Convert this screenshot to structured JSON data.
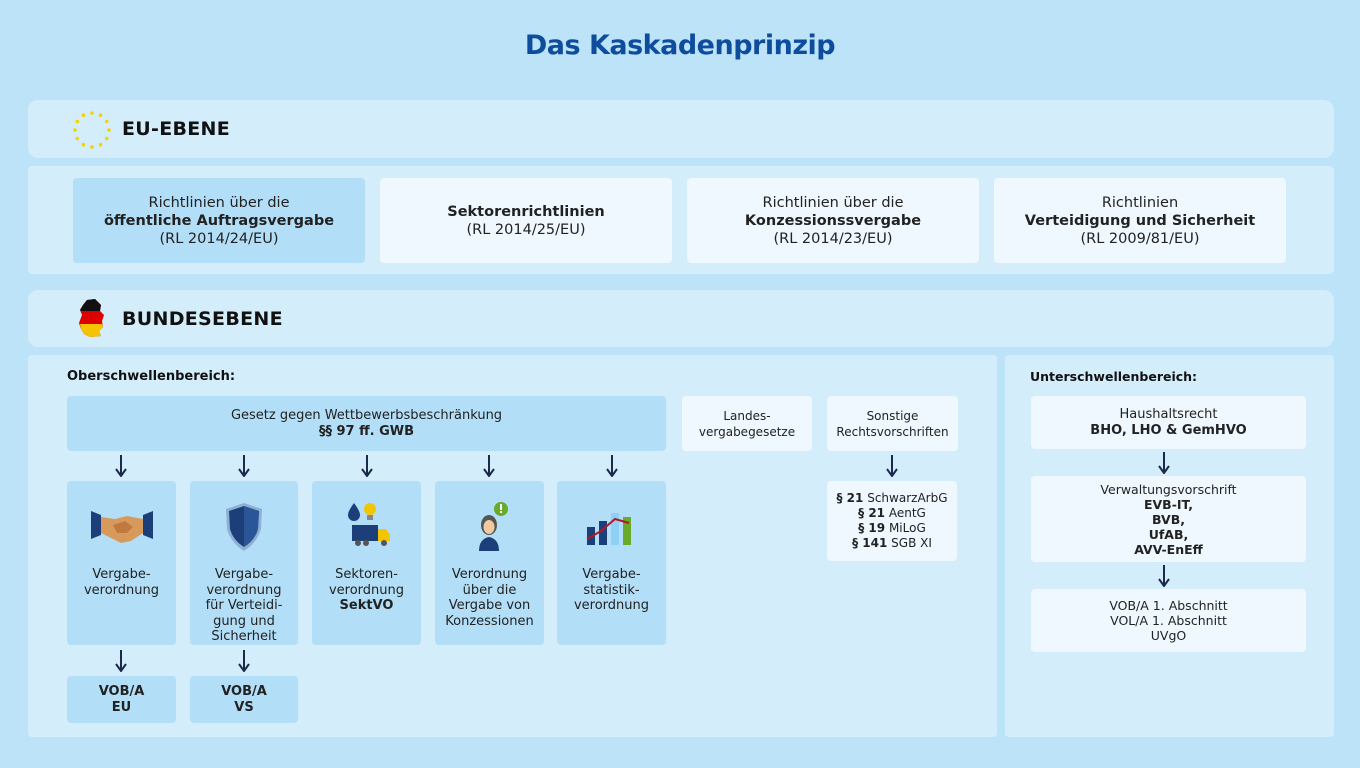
{
  "title": "Das Kaskadenprinzip",
  "eu": {
    "header": "EU-EBENE",
    "boxes": [
      {
        "line1": "Richtlinien über die",
        "line2": "öffentliche Auftragsvergabe",
        "line3": "(RL 2014/24/EU)"
      },
      {
        "line1": "",
        "line2": "Sektorenrichtlinien",
        "line3": "(RL 2014/25/EU)"
      },
      {
        "line1": "Richtlinien über die",
        "line2": "Konzessionssvergabe",
        "line3": "(RL 2014/23/EU)"
      },
      {
        "line1": "Richtlinien",
        "line2": "Verteidigung und Sicherheit",
        "line3": "(RL 2009/81/EU)"
      }
    ]
  },
  "bund": {
    "header": "BUNDESEBENE",
    "ober": {
      "label": "Oberschwellenbereich:",
      "gwb": {
        "line1": "Gesetz gegen Wettbewerbsbeschränkung",
        "line2": "§§ 97 ff. GWB"
      },
      "columns": [
        {
          "icon": "handshake-icon",
          "lines": [
            "Vergabe-",
            "verordnung"
          ],
          "bold": ""
        },
        {
          "icon": "shield-icon",
          "lines": [
            "Vergabe-",
            "verordnung",
            "für Verteidi-",
            "gung und",
            "Sicherheit"
          ],
          "bold": ""
        },
        {
          "icon": "truck-utilities-icon",
          "lines": [
            "Sektoren-",
            "verordnung"
          ],
          "bold": "SektVO"
        },
        {
          "icon": "person-alert-icon",
          "lines": [
            "Verordnung",
            "über die",
            "Vergabe von",
            "Konzessionen"
          ],
          "bold": ""
        },
        {
          "icon": "bar-chart-icon",
          "lines": [
            "Vergabe-",
            "statistik-",
            "verordnung"
          ],
          "bold": ""
        }
      ],
      "vob_eu": {
        "line1": "VOB/A",
        "line2": "EU"
      },
      "vob_vs": {
        "line1": "VOB/A",
        "line2": "VS"
      },
      "landes": {
        "line1": "Landes-",
        "line2": "vergabegesetze"
      },
      "sonstige": {
        "line1": "Sonstige",
        "line2": "Rechtsvorschriften"
      },
      "paragraphs": [
        {
          "num": "§ 21",
          "law": "SchwarzArbG"
        },
        {
          "num": "§ 21",
          "law": "AentG"
        },
        {
          "num": "§ 19",
          "law": "MiLoG"
        },
        {
          "num": "§ 141",
          "law": "SGB XI"
        }
      ]
    },
    "unter": {
      "label": "Unterschwellenbereich:",
      "haushalt": {
        "line1": "Haushaltsrecht",
        "line2": "BHO, LHO & GemHVO"
      },
      "verwaltung": {
        "line1": "Verwaltungsvorschrift",
        "items": [
          "EVB-IT,",
          "BVB,",
          "UfAB,",
          "AVV-EnEff"
        ]
      },
      "vob": [
        "VOB/A 1. Abschnitt",
        "VOL/A 1. Abschnitt",
        "UVgO"
      ]
    }
  },
  "colors": {
    "title": "#0e4c9e",
    "background": "#bde3f8",
    "panel": "#d3edfb",
    "box_light": "#eef8fe",
    "box_blue": "#b2def7",
    "arrow": "#1b2a4a"
  }
}
